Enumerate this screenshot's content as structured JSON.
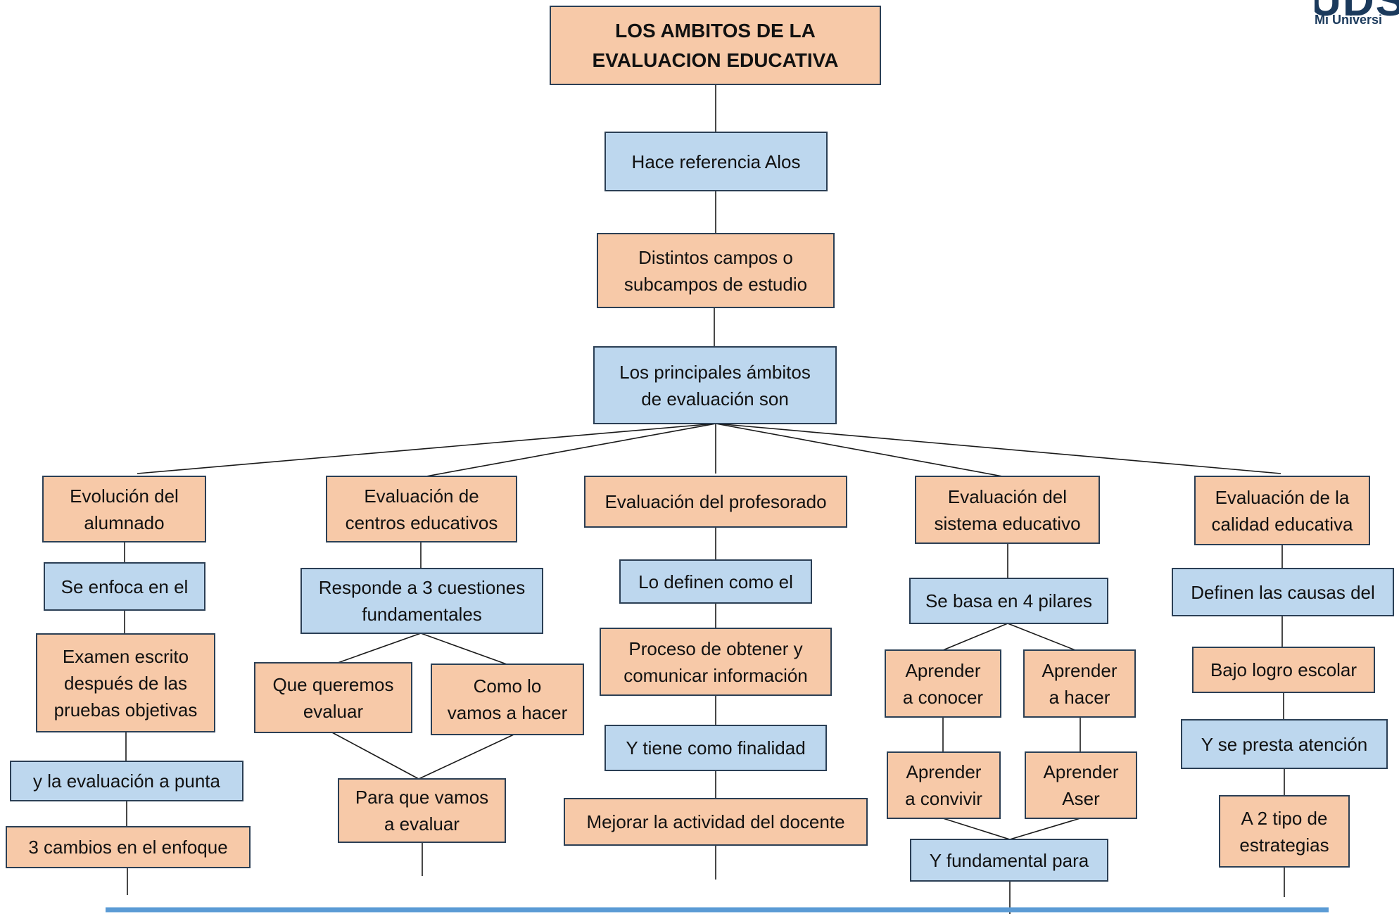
{
  "logo": {
    "mark": "UDS",
    "sub": "Mi Universi"
  },
  "title": "LOS AMBITOS DE LA\nEVALUACION EDUCATIVA",
  "intro": [
    "Hace referencia Alos",
    "Distintos campos o\nsubcampos de estudio",
    "Los principales ámbitos\nde evaluación son"
  ],
  "branches": {
    "alumnado": [
      "Evolución del\nalumnado",
      "Se enfoca en el",
      "Examen escrito\ndespués de las\npruebas objetivas",
      "y la evaluación a punta",
      "3 cambios en el enfoque"
    ],
    "centros": [
      "Evaluación de\ncentros educativos",
      "Responde a 3 cuestiones\nfundamentales",
      "Que queremos\nevaluar",
      "Como lo\nvamos a hacer",
      "Para que vamos\na evaluar"
    ],
    "profesorado": [
      "Evaluación del profesorado",
      "Lo definen como el",
      "Proceso de obtener y\ncomunicar información",
      "Y tiene como finalidad",
      "Mejorar la actividad del docente"
    ],
    "sistema": [
      "Evaluación del\nsistema educativo",
      "Se basa en 4 pilares",
      "Aprender\na conocer",
      "Aprender\na hacer",
      "Aprender\na convivir",
      "Aprender\nAser",
      "Y fundamental para"
    ],
    "calidad": [
      "Evaluación de la\ncalidad educativa",
      "Definen las causas del",
      "Bajo logro escolar",
      "Y se presta atención",
      "A 2 tipo de\nestrategias"
    ]
  },
  "colors": {
    "peach": "#f7c9a8",
    "blue": "#bdd7ee",
    "border": "#2b3f55",
    "connector": "#1a1a1a",
    "bottom_rule": "#5b9bd5"
  }
}
